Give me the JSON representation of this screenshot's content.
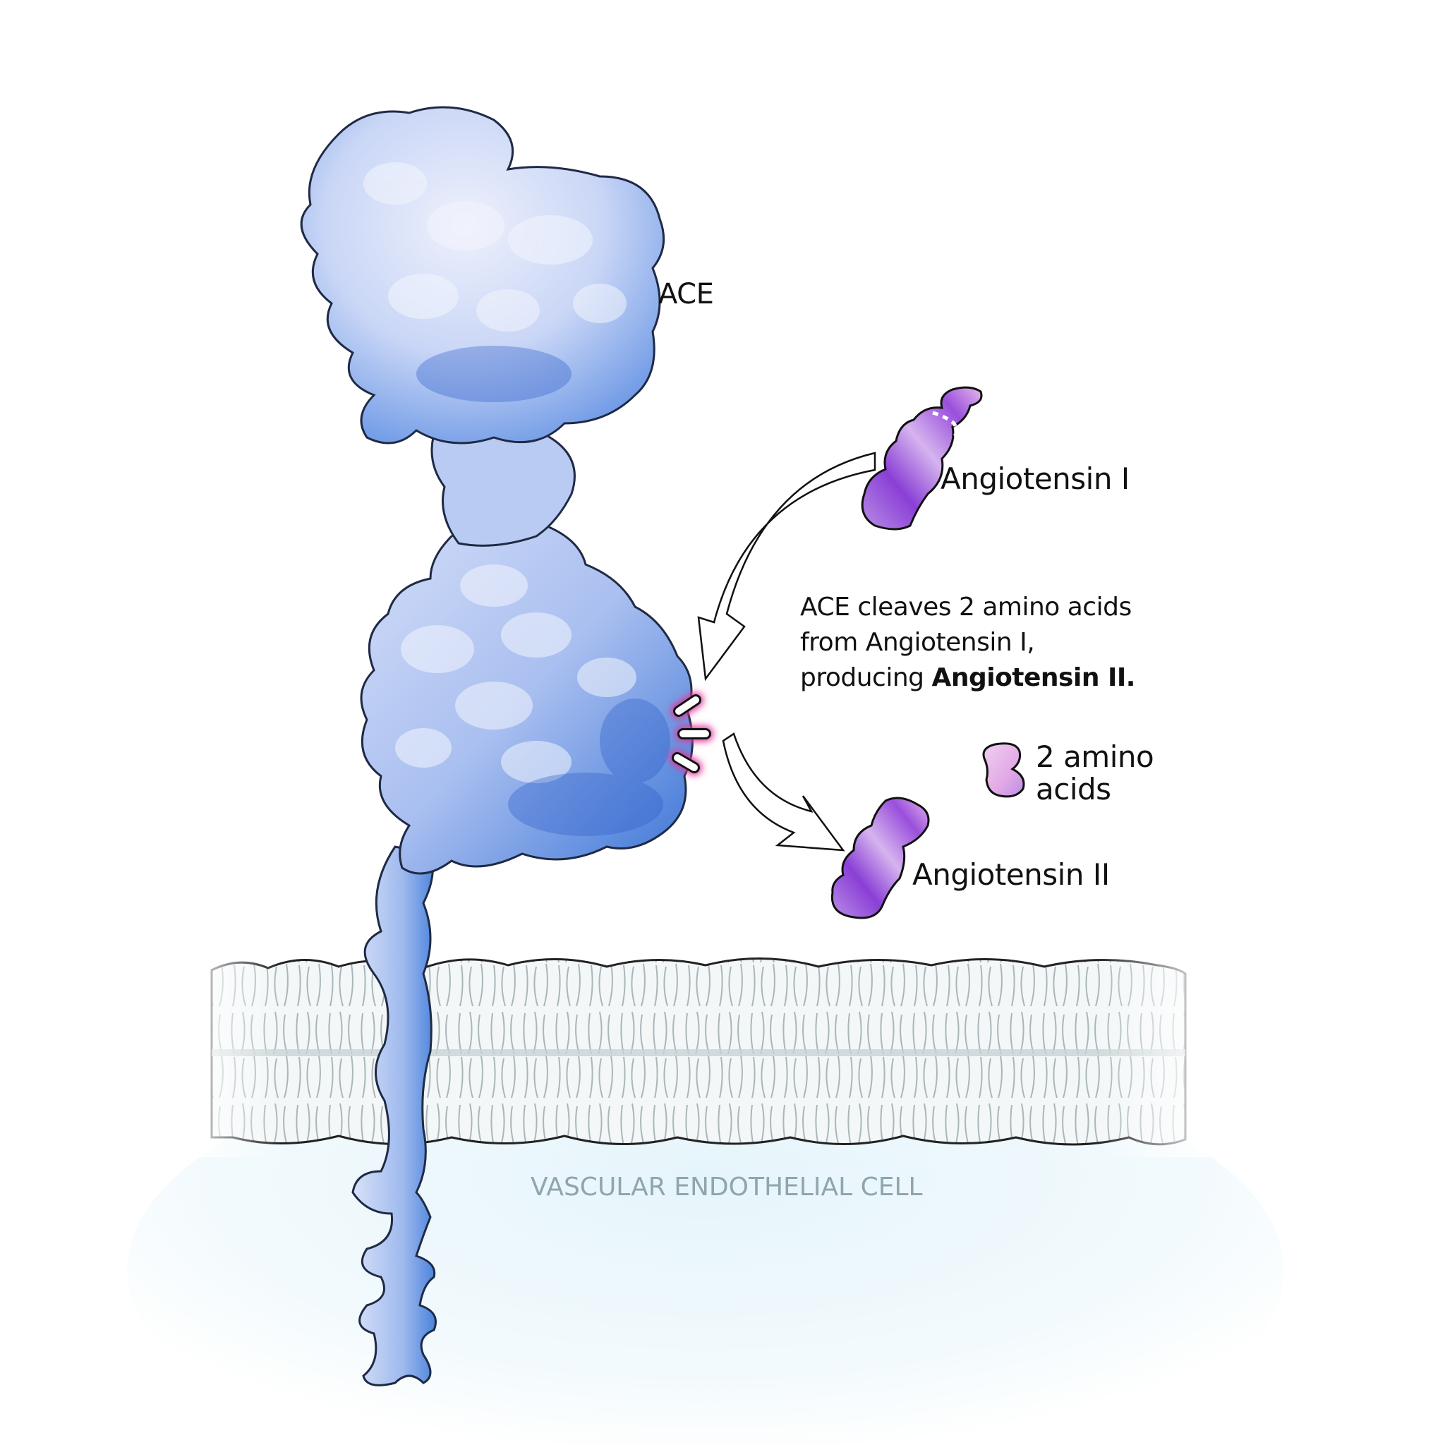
{
  "labels": {
    "ace": "ACE",
    "angiotensin_1": "Angiotensin I",
    "angiotensin_2": "Angiotensin II",
    "amino_acids_line1": "2 amino",
    "amino_acids_line2": "acids",
    "cell": "VASCULAR ENDOTHELIAL CELL"
  },
  "caption": {
    "line1": "ACE cleaves 2 amino acids",
    "line2": "from Angiotensin I,",
    "line3_prefix": "producing ",
    "line3_bold": "Angiotensin II."
  },
  "colors": {
    "protein_light": "#dfe6f8",
    "protein_mid": "#9db8ec",
    "protein_dark": "#3a74d6",
    "peptide_light": "#e6b8ec",
    "peptide_dark": "#8a3fd6",
    "cleavage_glow": "#e0389c",
    "membrane_fill": "#f4f8f9",
    "membrane_shade": "#cfdadd",
    "cell_tint": "#eef8fc",
    "cell_label": "#8fa6ab"
  },
  "icons": {
    "ace_protein": "ace-protein-icon",
    "angiotensin_1_molecule": "angiotensin-1-molecule-icon",
    "angiotensin_2_molecule": "angiotensin-2-molecule-icon",
    "amino_acid_fragment": "amino-acid-fragment-icon",
    "cleavage_marks": "cleavage-site-icon",
    "arrow_in": "curved-arrow-in-icon",
    "arrow_out": "curved-arrow-out-icon",
    "membrane": "lipid-bilayer-icon"
  }
}
